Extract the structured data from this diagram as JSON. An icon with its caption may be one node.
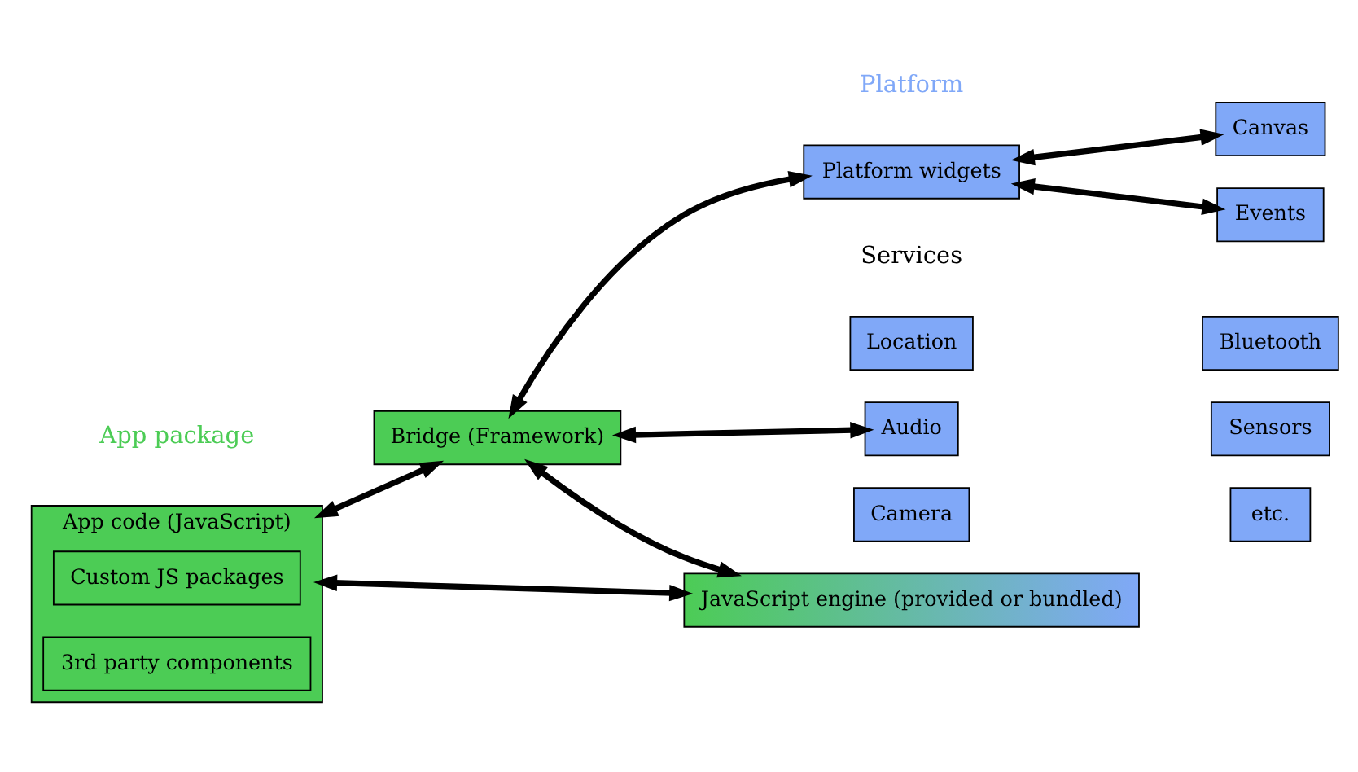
{
  "diagram": {
    "nodes": [
      {
        "text": [
          "App code (JavaScript)"
        ]
      },
      {
        "text": [
          "Custom JS packages"
        ],
        "in": 0
      },
      {
        "text": [
          "3rd party components"
        ],
        "in": 0
      },
      {
        "text": [
          "Bridge (Framework)"
        ]
      },
      {
        "text": [
          "Platform widgets"
        ]
      },
      {
        "text": [
          "Canvas"
        ]
      },
      {
        "text": [
          "Events"
        ]
      },
      {
        "text": [
          "Location"
        ]
      },
      {
        "text": [
          "Bluetooth"
        ]
      },
      {
        "text": [
          "Audio"
        ]
      },
      {
        "text": [
          "Sensors"
        ]
      },
      {
        "text": [
          "Camera"
        ]
      },
      {
        "text": [
          "etc."
        ]
      },
      {
        "text": [
          "JavaScript engine (provided or bundled)"
        ]
      }
    ],
    "edges": [
      {
        "from": 0,
        "to": 3,
        "arrow": "both"
      },
      {
        "from": 3,
        "to": 4,
        "arrow": "both"
      },
      {
        "from": 4,
        "to": 5,
        "arrow": "both"
      },
      {
        "from": 4,
        "to": 6,
        "arrow": "both"
      },
      {
        "from": 3,
        "to": 9,
        "arrow": "both"
      },
      {
        "from": 0,
        "to": 13,
        "arrow": "both"
      },
      {
        "from": 3,
        "to": 13,
        "arrow": "both"
      }
    ],
    "labels": [
      "App package",
      "Platform",
      "Services"
    ]
  }
}
